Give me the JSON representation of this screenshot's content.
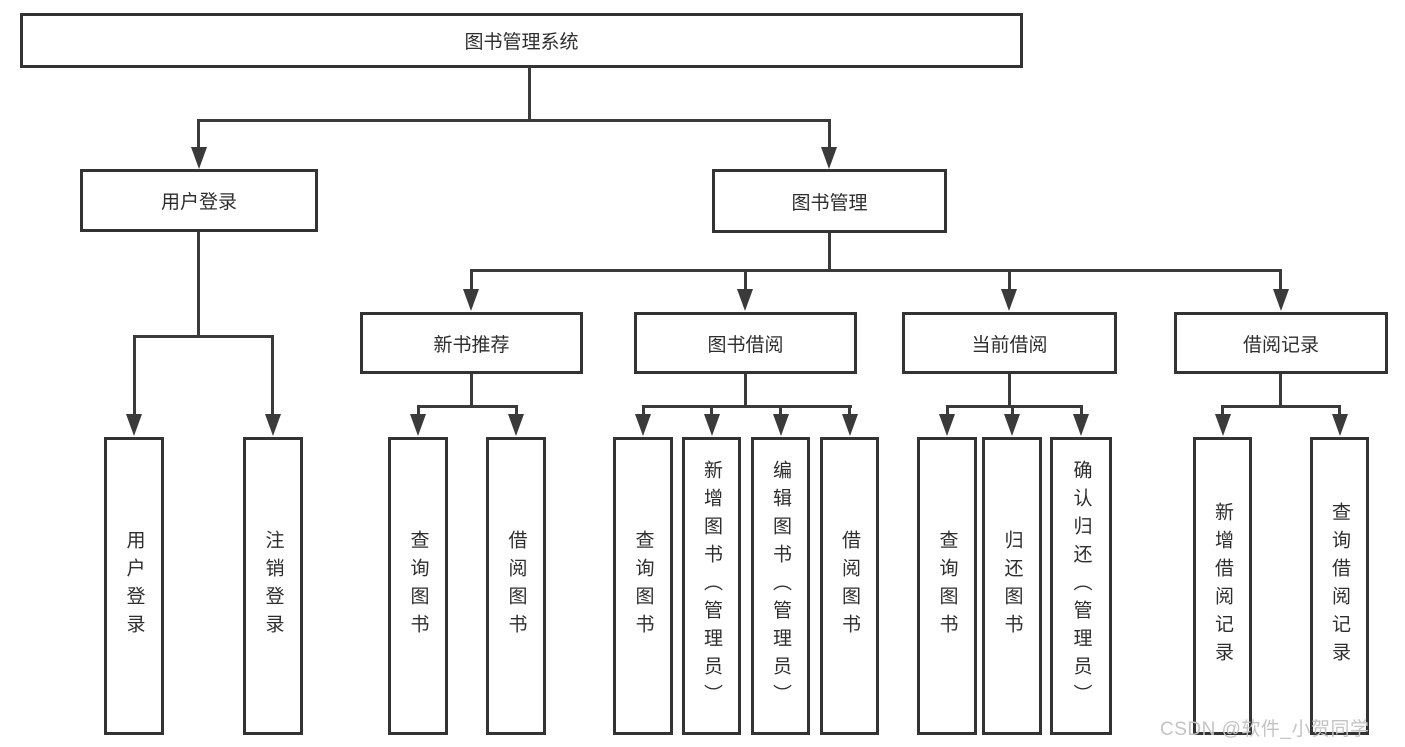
{
  "diagram": {
    "root_label": "图书管理系统",
    "level2": [
      "用户登录",
      "图书管理"
    ],
    "level3": [
      "新书推荐",
      "图书借阅",
      "当前借阅",
      "借阅记录"
    ],
    "leaves_user_login": [
      "用户登录",
      "注销登录"
    ],
    "leaves_new_book": [
      "查询图书",
      "借阅图书"
    ],
    "leaves_book_borrow": [
      "查询图书",
      "新增图书（管理员）",
      "编辑图书（管理员）",
      "借阅图书"
    ],
    "leaves_current_borrow": [
      "查询图书",
      "归还图书",
      "确认归还（管理员）"
    ],
    "leaves_borrow_record": [
      "新增借阅记录",
      "查询借阅记录"
    ],
    "colors": {
      "line": "#3a3a3a",
      "box_border": "#333333",
      "text": "#2e2e2e",
      "watermark": "#c4c4c4",
      "background": "#ffffff"
    }
  },
  "watermark": {
    "text": "CSDN @软件_小贺同学"
  }
}
